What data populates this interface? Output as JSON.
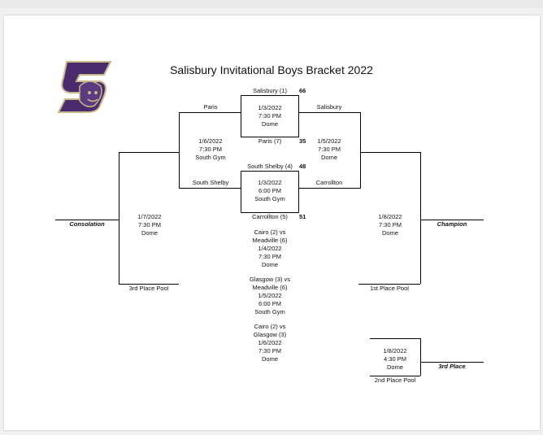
{
  "title": "Salisbury Invitational Boys Bracket 2022",
  "colors": {
    "logo_purple": "#4a2c6e",
    "logo_gold": "#c9b98a"
  },
  "logo": {
    "icon": "cougar-s-logo-icon",
    "letter": "S"
  },
  "top_match": {
    "team1": "Salisbury (1)",
    "score1": "66",
    "date": "1/3/2022",
    "time": "7:30 PM",
    "venue": "Dome",
    "team2": "Paris (7)",
    "score2": "35"
  },
  "bottom_match": {
    "team1": "South Shelby (4)",
    "score1": "48",
    "date": "1/3/2022",
    "time": "6:00 PM",
    "venue": "South Gym",
    "team2": "Carrollton (5)",
    "score2": "51"
  },
  "left_semi": {
    "team_top": "Paris",
    "team_bottom": "South Shelby",
    "date": "1/6/2022",
    "time": "7:30 PM",
    "venue": "South Gym"
  },
  "right_semi": {
    "team_top": "Salisbury",
    "team_bottom": "Carrollton",
    "date": "1/5/2022",
    "time": "7:30 PM",
    "venue": "Dome"
  },
  "consolation": {
    "label": "Consolation",
    "date": "1/7/2022",
    "time": "7:30 PM",
    "venue": "Dome",
    "pool": "3rd Place Pool"
  },
  "champion": {
    "label": "Champion",
    "date": "1/8/2022",
    "time": "7:30 PM",
    "venue": "Dome",
    "pool": "1st Place Pool"
  },
  "third_place": {
    "label": "3rd Place",
    "date": "1/8/2022",
    "time": "4:30 PM",
    "venue": "Dome",
    "pool": "2nd Place Pool"
  },
  "pool_games": [
    {
      "line1": "Cairo (2) vs",
      "line2": "Meadville (6)",
      "date": "1/4/2022",
      "time": "7:30 PM",
      "venue": "Dome"
    },
    {
      "line1": "Glasgow (3) vs",
      "line2": "Meadville (6)",
      "date": "1/5/2022",
      "time": "6:00 PM",
      "venue": "South Gym"
    },
    {
      "line1": "Cairo (2) vs",
      "line2": "Glasgow (3)",
      "date": "1/6/2022",
      "time": "7:30 PM",
      "venue": "Dome"
    }
  ]
}
